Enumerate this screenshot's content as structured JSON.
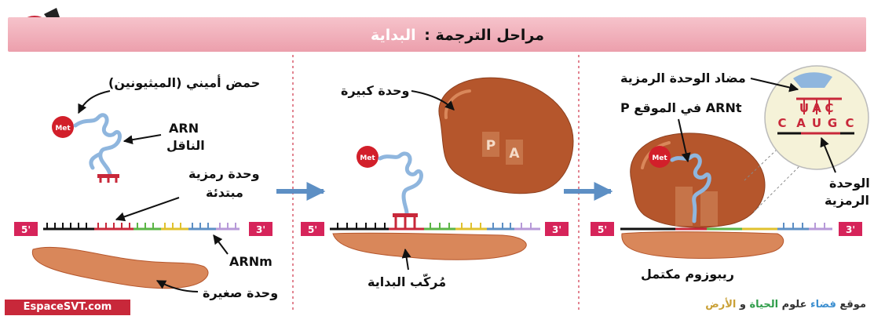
{
  "title": {
    "main": "مراحل الترجمة :",
    "highlight": "البداية"
  },
  "colors": {
    "banner": "#ee9fac",
    "ribosome": "#b5562c",
    "ribosome_small": "#d9875a",
    "met": "#d21f2a",
    "trna": "#8fb6de",
    "arrow": "#5d8fc4",
    "tag": "#d6245a"
  },
  "panels": {
    "left": {
      "amino_acid": "حمض أميني (الميثيونين)",
      "trna_line1": "ARN",
      "trna_line2": "الناقل",
      "codon_line1": "وحدة رمزية",
      "codon_line2": "مبتدئة",
      "mrna": "ARNm",
      "small_subunit": "وحدة صغيرة"
    },
    "middle": {
      "large_subunit": "وحدة كبيرة",
      "site_p": "P",
      "site_a": "A",
      "initiation_complex": "مُركّب البداية"
    },
    "right": {
      "anticodon": "مضاد الوحدة الرمزية",
      "trna_in_p": "ARNt في الموقع P",
      "codon_line1": "الوحدة",
      "codon_line2": "الرمزية",
      "full_ribosome": "ريبوزوم مكتمل",
      "anticodon_bases": [
        "U",
        "A",
        "C"
      ],
      "codon_bases": [
        "C",
        "A",
        "U",
        "G",
        "C"
      ]
    }
  },
  "met_label": "Met",
  "end_5": "5'",
  "end_3": "3'",
  "site_logo": "EspaceSVT.com",
  "site_tag": {
    "w1": "موقع",
    "w2": "فضاء",
    "w3": "علوم",
    "w4": "الحياة",
    "w5": "و",
    "w6": "الأرض"
  }
}
